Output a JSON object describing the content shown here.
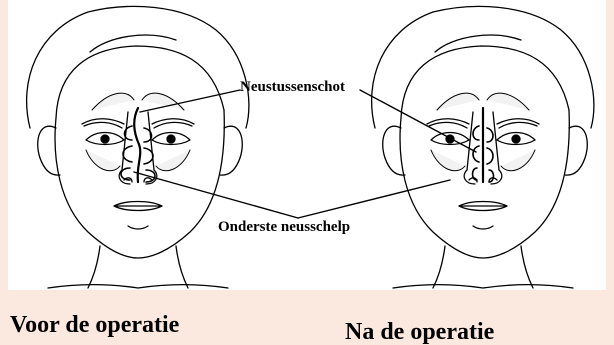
{
  "diagram": {
    "labels": {
      "septum": "Neustussenschot",
      "inferior_turbinate": "Onderste neusschelp"
    },
    "captions": {
      "before": "Voor de operatie",
      "after": "Na de operatie"
    },
    "colors": {
      "page_background": "#fbe9e0",
      "figure_background": "#ffffff",
      "ink": "#000000",
      "sinus_fill": "#f2f2f2"
    }
  }
}
